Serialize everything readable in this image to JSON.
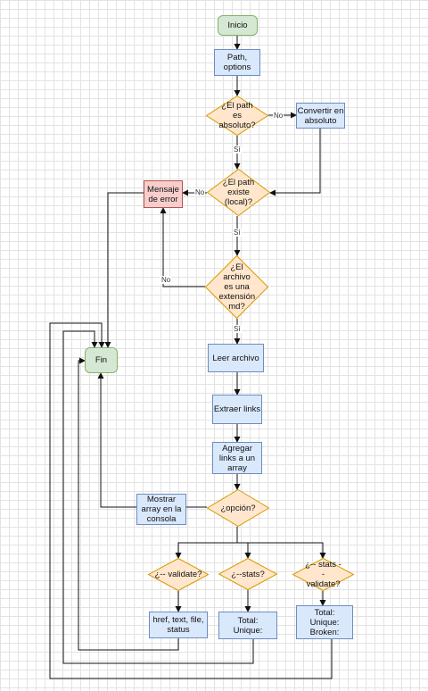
{
  "nodes": {
    "inicio": "Inicio",
    "path_options": "Path, options",
    "q_absoluto": "¿El path es absoluto?",
    "convertir": "Convertir en absoluto",
    "q_existe": "¿El path existe (local)?",
    "mensaje_error": "Mensaje de error",
    "q_md": "¿El archivo es una extensión md?",
    "fin": "Fin",
    "leer": "Leer archivo",
    "extraer": "Extraer links",
    "agregar": "Agregar links a un array",
    "q_opcion": "¿opción?",
    "mostrar": "Mostrar array en la consola",
    "q_validate": "¿-- validate?",
    "q_stats": "¿--stats?",
    "q_stats_validate": "¿-- stats -- validate?",
    "out_validate": "href, text, file, status",
    "out_stats": "Total: Unique:",
    "out_stats_validate": "Total: Unique: Broken:"
  },
  "edge_labels": {
    "no": "No",
    "si": "Sí"
  },
  "colors": {
    "process_fill": "#dae8fc",
    "process_stroke": "#6c8ebf",
    "decision_fill": "#ffe6cc",
    "decision_stroke": "#d79b00",
    "terminal_fill": "#d5e8d4",
    "terminal_stroke": "#82b366",
    "error_fill": "#f8cecc",
    "error_stroke": "#b85450"
  }
}
